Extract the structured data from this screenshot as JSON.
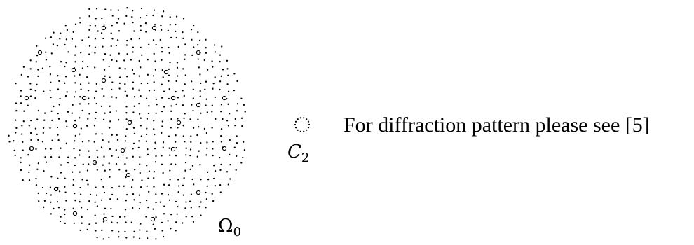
{
  "figure": {
    "patch_label_main": "Ω",
    "patch_label_sub": "0",
    "cluster_label_main": "C",
    "cluster_label_sub": "2",
    "caption": "For diffraction pattern please see [5]",
    "ink_color": "#000000",
    "background_color": "#ffffff"
  }
}
